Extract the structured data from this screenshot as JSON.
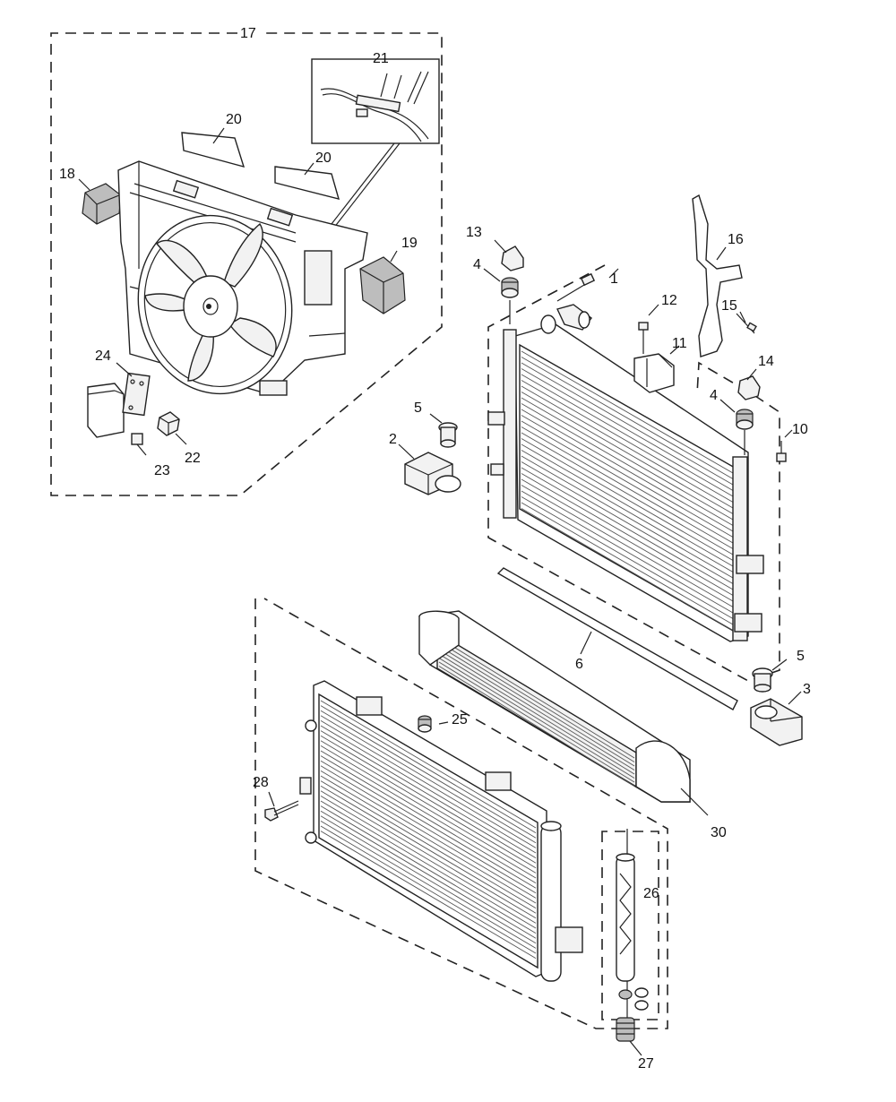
{
  "callouts": {
    "c1": "1",
    "c2": "2",
    "c3": "3",
    "c4a": "4",
    "c4b": "4",
    "c5a": "5",
    "c5b": "5",
    "c6": "6",
    "c10": "10",
    "c11": "11",
    "c12": "12",
    "c13": "13",
    "c14": "14",
    "c15": "15",
    "c16": "16",
    "c17": "17",
    "c18": "18",
    "c19": "19",
    "c20a": "20",
    "c20b": "20",
    "c21": "21",
    "c22": "22",
    "c23": "23",
    "c24": "24",
    "c25": "25",
    "c26": "26",
    "c27": "27",
    "c28": "28",
    "c30": "30"
  }
}
